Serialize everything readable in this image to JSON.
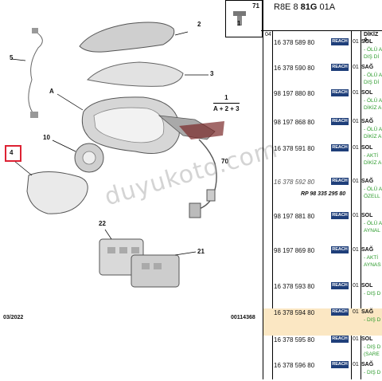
{
  "header": {
    "code_prefix": "R8E 8 ",
    "code_bold": "81G",
    "code_suffix": " 01A",
    "box_num": "71",
    "col_label": "DİKİZ A"
  },
  "diagram": {
    "callouts": {
      "c1": "1",
      "c2": "2",
      "c3": "3",
      "c4": "4",
      "c5": "5",
      "c10": "10",
      "c21": "21",
      "c22": "22",
      "cA": "A",
      "c70": "70"
    },
    "assembly_note_top": "1",
    "assembly_note_bottom": "A + 2 + 3",
    "date": "03/2022",
    "ref": "00114368",
    "watermark": "duyukoto.com"
  },
  "rownum": "04",
  "reach_label": "REACH",
  "rp_note": "RP 98 335 295 80",
  "rows": [
    {
      "pn": "16 378 589 80",
      "qty": "01",
      "side": "SOL",
      "note": "- ÖLÜ A",
      "note2": "DIŞ Dİ"
    },
    {
      "pn": "16 378 590 80",
      "qty": "01",
      "side": "SAĞ",
      "note": "- ÖLÜ A",
      "note2": "DIŞ Dİ"
    },
    {
      "pn": "98 197 880 80",
      "qty": "01",
      "side": "SOL",
      "note": "- ÖLÜ A",
      "note2": "DİKİZ A"
    },
    {
      "pn": "98 197 868 80",
      "qty": "01",
      "side": "SAĞ",
      "note": "- ÖLÜ A",
      "note2": "DİKİZ A"
    },
    {
      "pn": "16 378 591 80",
      "qty": "01",
      "side": "SOL",
      "note": "- AKTİ",
      "note2": "DİKİZ A"
    },
    {
      "pn": "16 378 592 80",
      "qty": "01",
      "side": "SAĞ",
      "note": "- ÖLÜ A",
      "note2": "ÖZELL"
    },
    {
      "pn": "98 197 881 80",
      "qty": "01",
      "side": "SOL",
      "note": "- ÖLÜ A",
      "note2": "AYNAL"
    },
    {
      "pn": "98 197 869 80",
      "qty": "01",
      "side": "SAĞ",
      "note": "- AKTİ",
      "note2": "AYNAS"
    },
    {
      "pn": "16 378 593 80",
      "qty": "01",
      "side": "SOL",
      "note": "- DIŞ D",
      "note2": ""
    },
    {
      "pn": "16 378 594 80",
      "qty": "01",
      "side": "SAĞ",
      "note": "- DIŞ D",
      "note2": ""
    },
    {
      "pn": "16 378 595 80",
      "qty": "01",
      "side": "SOL",
      "note": "- DIŞ D",
      "note2": "(SARE"
    },
    {
      "pn": "16 378 596 80",
      "qty": "01",
      "side": "SAĞ",
      "note": "- DIŞ D",
      "note2": ""
    }
  ]
}
